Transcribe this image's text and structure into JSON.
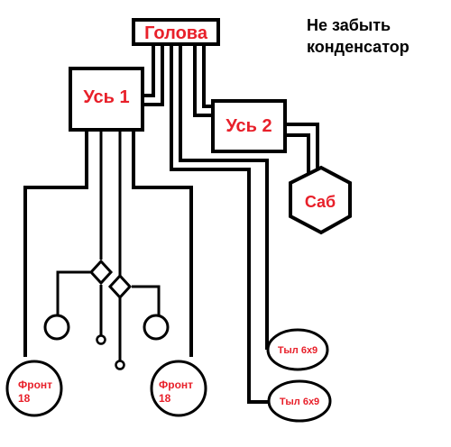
{
  "note": {
    "line1": "Не забыть",
    "line2": "конденсатор"
  },
  "blocks": {
    "head": "Голова",
    "amp1": "Усь 1",
    "amp2": "Усь 2",
    "sub": "Саб"
  },
  "speakers": {
    "front_left_line1": "Фронт",
    "front_left_line2": "18",
    "front_right_line1": "Фронт",
    "front_right_line2": "18",
    "rear_top": "Тыл 6x9",
    "rear_bottom": "Тыл 6x9"
  },
  "colors": {
    "line": "#000000",
    "label": "#e8202a",
    "fill": "#ffffff"
  }
}
